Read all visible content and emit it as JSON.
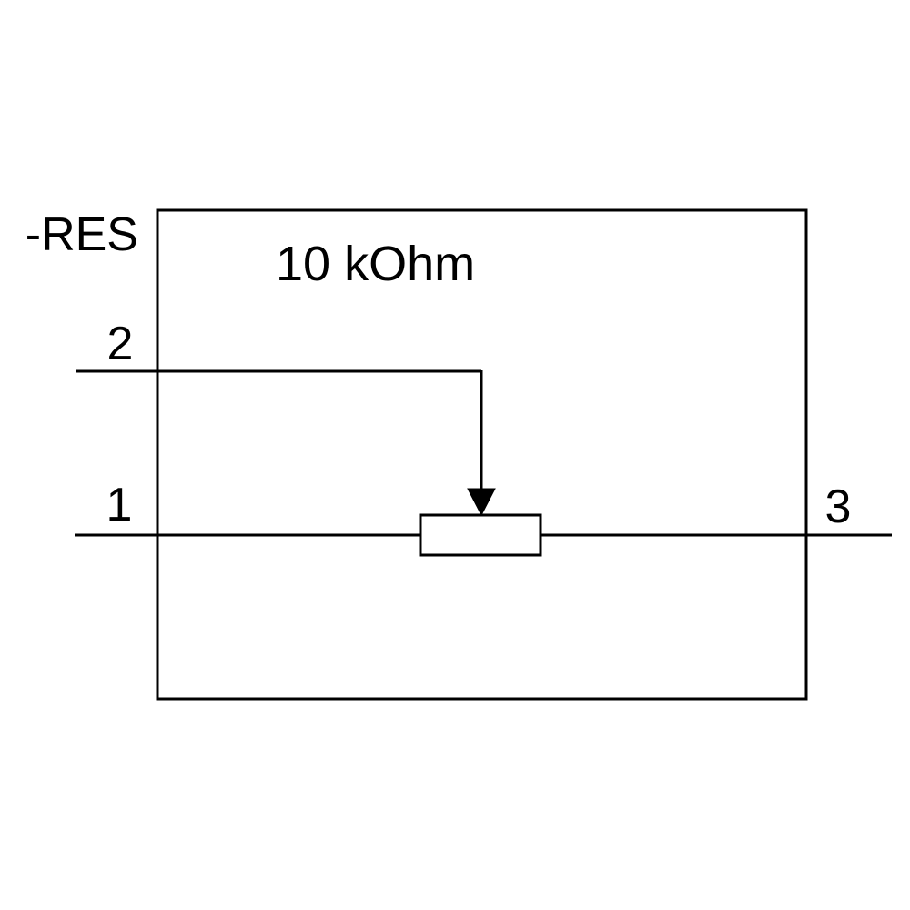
{
  "diagram": {
    "component": {
      "designator": "-RES",
      "value": "10 kOhm",
      "type": "potentiometer"
    },
    "pins": [
      {
        "label": "2",
        "role": "wiper"
      },
      {
        "label": "1",
        "role": "end-a"
      },
      {
        "label": "3",
        "role": "end-b"
      }
    ],
    "colors": {
      "stroke": "#000000",
      "fill": "#ffffff",
      "background": "#ffffff"
    }
  }
}
